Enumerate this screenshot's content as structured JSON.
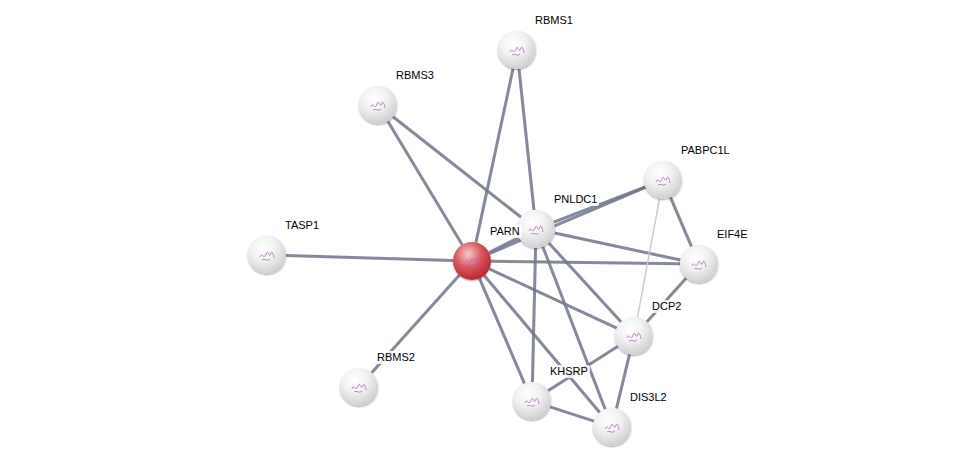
{
  "diagram": {
    "nodes": [
      {
        "text": [
          "RBMS1"
        ]
      },
      {
        "text": [
          "RBMS3"
        ]
      },
      {
        "text": [
          "PABPC1L"
        ]
      },
      {
        "text": [
          "PNLDC1"
        ]
      },
      {
        "text": [
          "TASP1"
        ]
      },
      {
        "text": [
          "PARN"
        ]
      },
      {
        "text": [
          "EIF4E"
        ]
      },
      {
        "text": [
          "DCP2"
        ]
      },
      {
        "text": [
          "RBMS2"
        ]
      },
      {
        "text": [
          "KHSRP"
        ]
      },
      {
        "text": [
          "DIS3L2"
        ]
      }
    ],
    "edges": [
      {
        "from": 5,
        "to": 0,
        "arrow": "none"
      },
      {
        "from": 5,
        "to": 1,
        "arrow": "none"
      },
      {
        "from": 5,
        "to": 4,
        "arrow": "none"
      },
      {
        "from": 5,
        "to": 8,
        "arrow": "none"
      },
      {
        "from": 5,
        "to": 3,
        "arrow": "none"
      },
      {
        "from": 5,
        "to": 2,
        "arrow": "none"
      },
      {
        "from": 5,
        "to": 6,
        "arrow": "none"
      },
      {
        "from": 5,
        "to": 7,
        "arrow": "none"
      },
      {
        "from": 5,
        "to": 9,
        "arrow": "none"
      },
      {
        "from": 5,
        "to": 10,
        "arrow": "none"
      },
      {
        "from": 3,
        "to": 0,
        "arrow": "none"
      },
      {
        "from": 3,
        "to": 1,
        "arrow": "none"
      },
      {
        "from": 3,
        "to": 2,
        "arrow": "none"
      },
      {
        "from": 3,
        "to": 6,
        "arrow": "none"
      },
      {
        "from": 3,
        "to": 7,
        "arrow": "none"
      },
      {
        "from": 3,
        "to": 9,
        "arrow": "none"
      },
      {
        "from": 3,
        "to": 10,
        "arrow": "none"
      },
      {
        "from": 2,
        "to": 6,
        "arrow": "none"
      },
      {
        "from": 2,
        "to": 7,
        "arrow": "none"
      },
      {
        "from": 6,
        "to": 7,
        "arrow": "none"
      },
      {
        "from": 7,
        "to": 9,
        "arrow": "none"
      },
      {
        "from": 7,
        "to": 10,
        "arrow": "none"
      },
      {
        "from": 9,
        "to": 10,
        "arrow": "none"
      }
    ]
  }
}
